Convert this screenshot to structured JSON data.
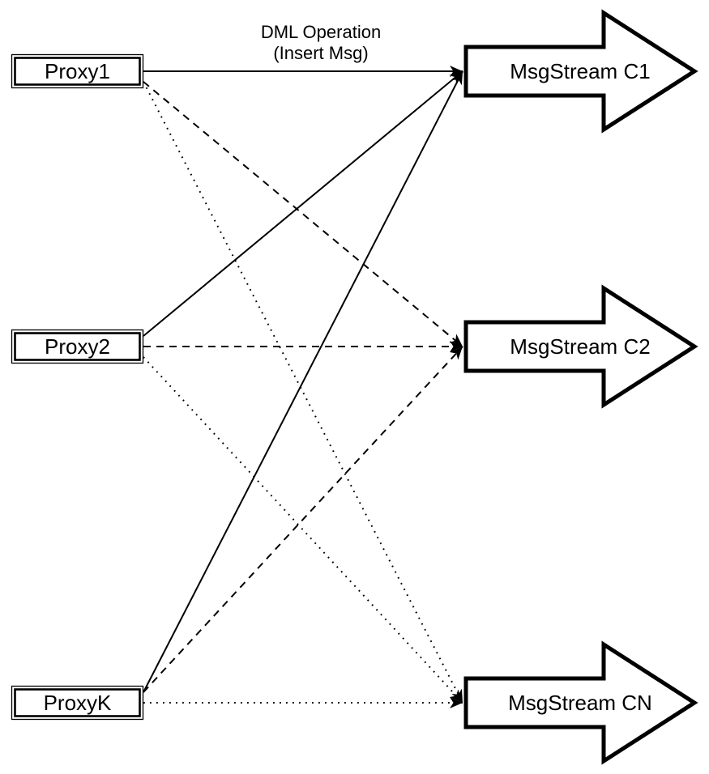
{
  "diagram": {
    "title_lines": [
      "DML Operation",
      "(Insert Msg)"
    ],
    "proxies": [
      {
        "id": "proxy1",
        "label": "Proxy1"
      },
      {
        "id": "proxy2",
        "label": "Proxy2"
      },
      {
        "id": "proxyk",
        "label": "ProxyK"
      }
    ],
    "streams": [
      {
        "id": "c1",
        "label": "MsgStream C1"
      },
      {
        "id": "c2",
        "label": "MsgStream C2"
      },
      {
        "id": "cn",
        "label": "MsgStream CN"
      }
    ],
    "connections": [
      {
        "from": "proxy1",
        "to": "c1",
        "style": "solid"
      },
      {
        "from": "proxy1",
        "to": "c2",
        "style": "dashed"
      },
      {
        "from": "proxy1",
        "to": "cn",
        "style": "dotted"
      },
      {
        "from": "proxy2",
        "to": "c1",
        "style": "solid"
      },
      {
        "from": "proxy2",
        "to": "c2",
        "style": "dashed"
      },
      {
        "from": "proxy2",
        "to": "cn",
        "style": "dotted"
      },
      {
        "from": "proxyk",
        "to": "c1",
        "style": "solid"
      },
      {
        "from": "proxyk",
        "to": "c2",
        "style": "dashed"
      },
      {
        "from": "proxyk",
        "to": "cn",
        "style": "dotted"
      }
    ],
    "colors": {
      "stroke": "#000000",
      "fill": "#ffffff"
    }
  }
}
